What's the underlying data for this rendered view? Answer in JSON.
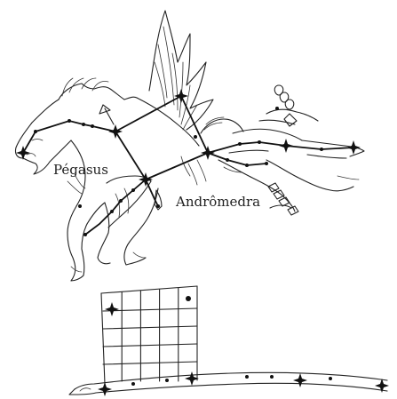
{
  "labels": {
    "pegasus": "Pégasus",
    "andromeda": "Andrômedra"
  },
  "icons": {
    "pegasus_figure": "winged-horse-drawing",
    "andromeda_figure": "chained-woman-drawing",
    "grid": "star-grid-diagram"
  },
  "grid": {
    "columns": 5,
    "rows": 5
  },
  "colors": {
    "ink": "#222222",
    "background": "#ffffff"
  }
}
